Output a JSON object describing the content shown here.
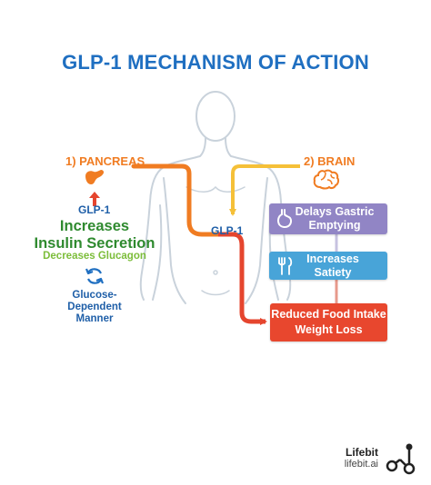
{
  "title": "GLP-1 MECHANISM OF ACTION",
  "colors": {
    "title": "#1f6fc1",
    "orange": "#f07c22",
    "yellow": "#f5c038",
    "red": "#e5452e",
    "purple": "#9185c5",
    "blue_box": "#48a4d8",
    "red_box": "#e8472e",
    "green": "#2f8a2f",
    "light_green": "#7cbd3a",
    "body_outline": "#c9d2db"
  },
  "left": {
    "section": "1) PANCREAS",
    "glp1": "GLP-1",
    "increases": "Increases\nInsulin Secretion",
    "decreases": "Decreases Glucagon",
    "glucose": "Glucose-\nDependent\nManner",
    "icons": [
      "pancreas-icon",
      "up-arrow-icon",
      "cycle-arrows-icon"
    ]
  },
  "right": {
    "section": "2) BRAIN",
    "icon": "brain-icon",
    "boxes": [
      {
        "label": "Delays Gastric\nEmptying",
        "icon": "stomach-icon"
      },
      {
        "label": "Increases\nSatiety",
        "icon": "fork-knife-icon"
      },
      {
        "label": "Reduced Food Intake\nWeight Loss",
        "icon": ""
      }
    ]
  },
  "center": {
    "glp1": "GLP-1"
  },
  "brand": {
    "name": "Lifebit",
    "url": "lifebit.ai",
    "icon": "lifebit-logo-icon"
  }
}
